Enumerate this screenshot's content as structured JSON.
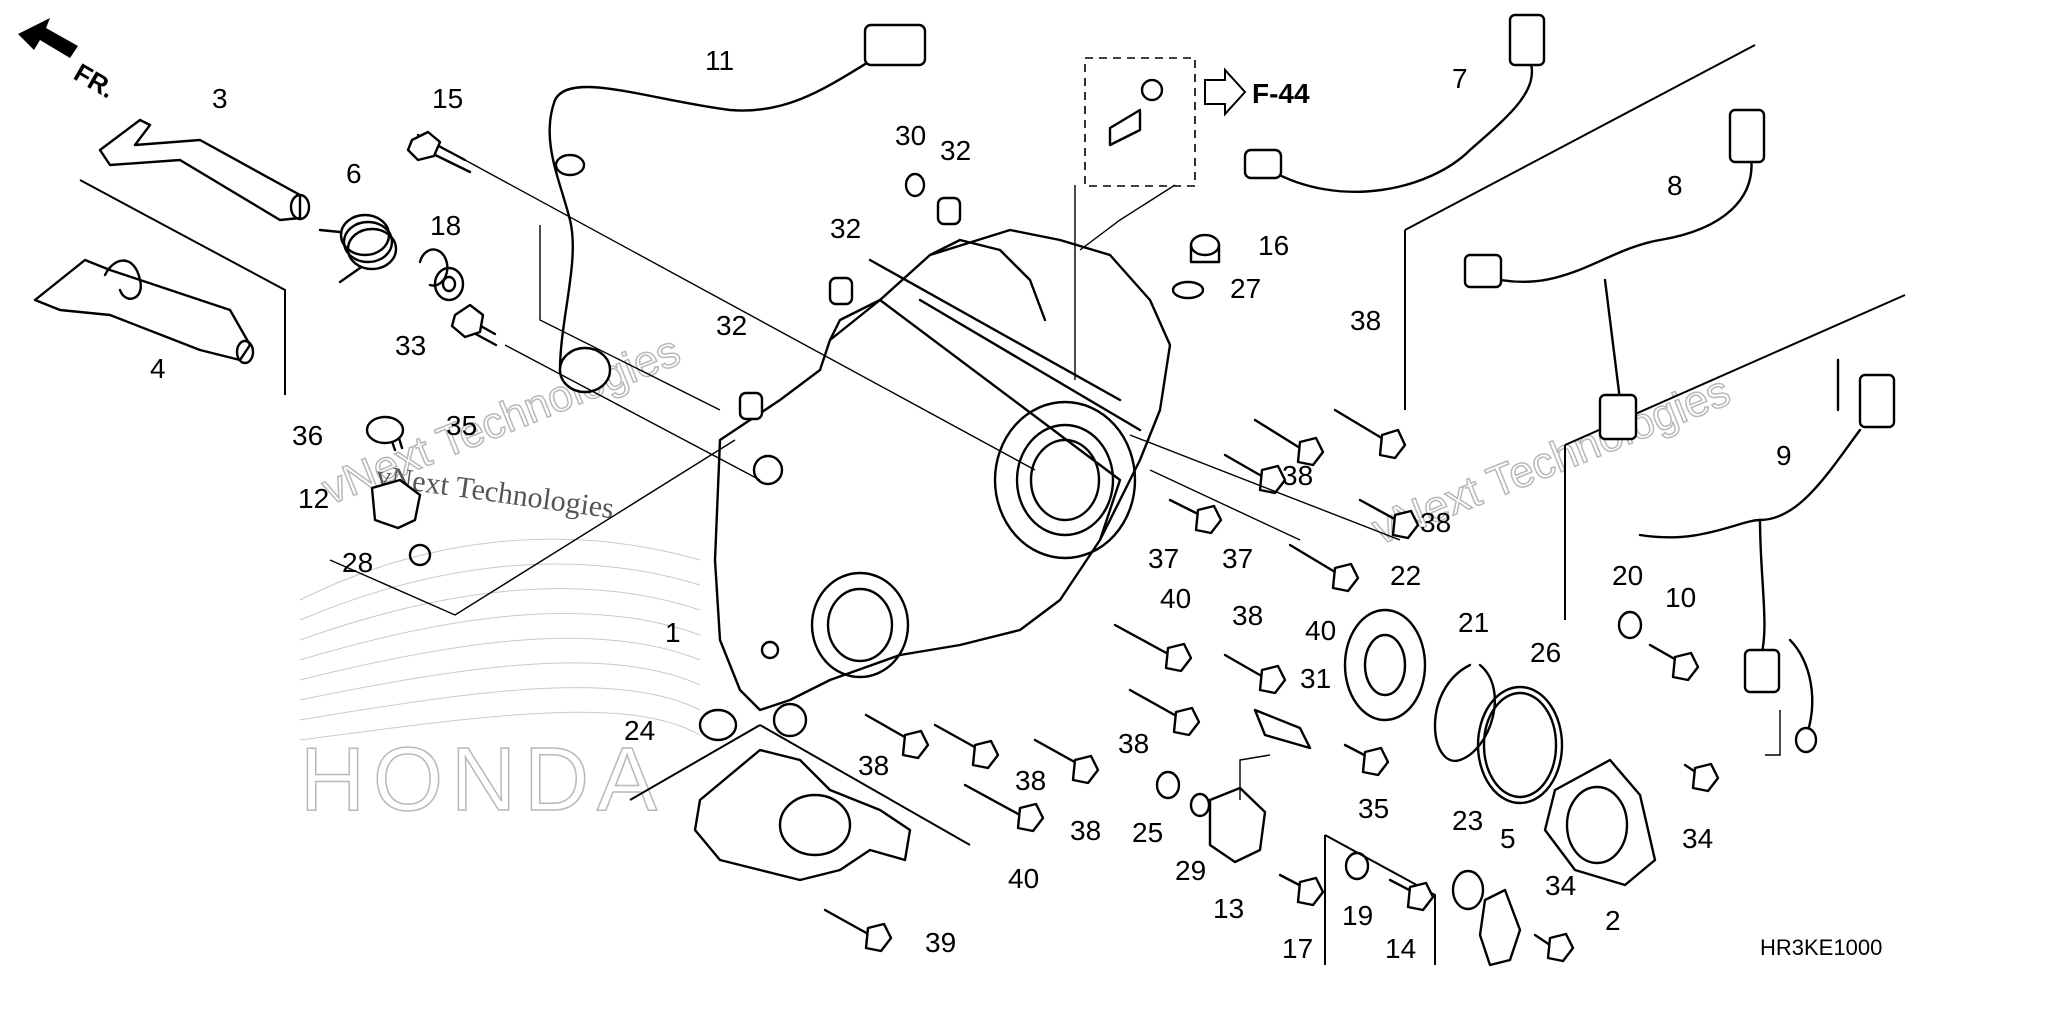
{
  "diagram": {
    "orientation_label": "FR.",
    "reference_label": "F-44",
    "diagram_code": "HR3KE1000",
    "watermarks": [
      "vNext Technologies",
      "vNext Technologies",
      "vNext Technologies"
    ],
    "background_logo": "HONDA",
    "callouts": [
      {
        "id": "c3",
        "text": "3"
      },
      {
        "id": "c6",
        "text": "6"
      },
      {
        "id": "c4",
        "text": "4"
      },
      {
        "id": "c15",
        "text": "15"
      },
      {
        "id": "c11",
        "text": "11"
      },
      {
        "id": "c18",
        "text": "18"
      },
      {
        "id": "c33",
        "text": "33"
      },
      {
        "id": "c35a",
        "text": "35"
      },
      {
        "id": "c36",
        "text": "36"
      },
      {
        "id": "c12",
        "text": "12"
      },
      {
        "id": "c28",
        "text": "28"
      },
      {
        "id": "c30",
        "text": "30"
      },
      {
        "id": "c32a",
        "text": "32"
      },
      {
        "id": "c32b",
        "text": "32"
      },
      {
        "id": "c32c",
        "text": "32"
      },
      {
        "id": "c1",
        "text": "1"
      },
      {
        "id": "c24",
        "text": "24"
      },
      {
        "id": "c7",
        "text": "7"
      },
      {
        "id": "c16",
        "text": "16"
      },
      {
        "id": "c27",
        "text": "27"
      },
      {
        "id": "c38a",
        "text": "38"
      },
      {
        "id": "c38b",
        "text": "38"
      },
      {
        "id": "c38c",
        "text": "38"
      },
      {
        "id": "c38d",
        "text": "38"
      },
      {
        "id": "c38e",
        "text": "38"
      },
      {
        "id": "c38f",
        "text": "38"
      },
      {
        "id": "c38g",
        "text": "38"
      },
      {
        "id": "c38h",
        "text": "38"
      },
      {
        "id": "c37a",
        "text": "37"
      },
      {
        "id": "c37b",
        "text": "37"
      },
      {
        "id": "c40a",
        "text": "40"
      },
      {
        "id": "c40b",
        "text": "40"
      },
      {
        "id": "c40c",
        "text": "40"
      },
      {
        "id": "c22",
        "text": "22"
      },
      {
        "id": "c21",
        "text": "21"
      },
      {
        "id": "c26",
        "text": "26"
      },
      {
        "id": "c31",
        "text": "31"
      },
      {
        "id": "c35b",
        "text": "35"
      },
      {
        "id": "c25",
        "text": "25"
      },
      {
        "id": "c29",
        "text": "29"
      },
      {
        "id": "c13",
        "text": "13"
      },
      {
        "id": "c17",
        "text": "17"
      },
      {
        "id": "c19",
        "text": "19"
      },
      {
        "id": "c14",
        "text": "14"
      },
      {
        "id": "c23",
        "text": "23"
      },
      {
        "id": "c5",
        "text": "5"
      },
      {
        "id": "c34a",
        "text": "34"
      },
      {
        "id": "c34b",
        "text": "34"
      },
      {
        "id": "c2",
        "text": "2"
      },
      {
        "id": "c39",
        "text": "39"
      },
      {
        "id": "c8",
        "text": "8"
      },
      {
        "id": "c9",
        "text": "9"
      },
      {
        "id": "c20",
        "text": "20"
      },
      {
        "id": "c10",
        "text": "10"
      }
    ]
  }
}
